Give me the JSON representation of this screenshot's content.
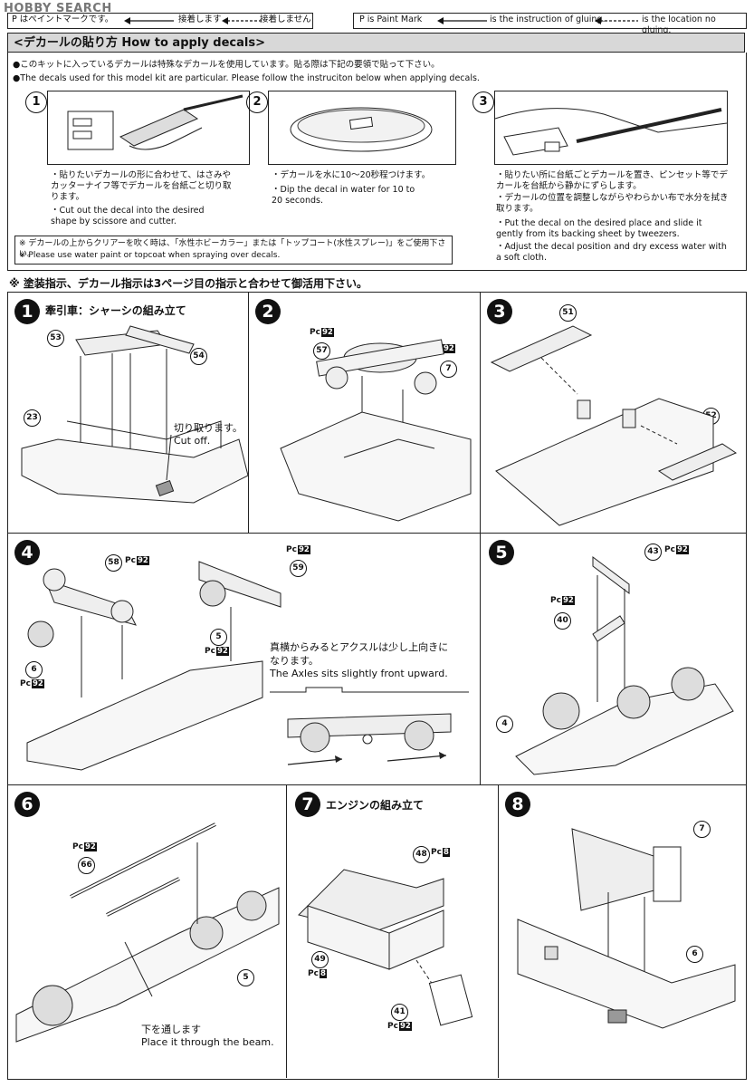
{
  "watermark": "HOBBY SEARCH",
  "legend_left": {
    "mark_text": "P はペイントマークです。",
    "glued": "接着します",
    "not_glued": "接着しません"
  },
  "legend_right": {
    "mark_text": "P is Paint Mark",
    "glued": "is the instruction of gluing.",
    "not_glued": "is the location no gluing."
  },
  "decal_header": "<デカールの貼り方 How to apply decals>",
  "decal_intro_jp": "●このキットに入っているデカールは特殊なデカールを使用しています。貼る際は下記の要領で貼って下さい。",
  "decal_intro_en": "●The decals used for this model kit are particular. Please follow the instruciton below when applying decals.",
  "decal_steps": [
    {
      "num": "1",
      "jp": "・貼りたいデカールの形に合わせて、はさみやカッターナイフ等でデカールを台紙ごと切り取ります。",
      "en": "・Cut out the decal into the desired shape by scissore and cutter."
    },
    {
      "num": "2",
      "jp": "・デカールを水に10〜20秒程つけます。",
      "en": "・Dip the decal in water for 10 to 20 seconds."
    },
    {
      "num": "3",
      "jp1": "・貼りたい所に台紙ごとデカールを置き、ピンセット等でデカールを台紙から静かにずらします。",
      "jp2": "・デカールの位置を調整しながらやわらかい布で水分を拭き取ります。",
      "en1": "・Put the decal on the desired place and slide it gently from its backing sheet by tweezers.",
      "en2": "・Adjust the decal position and dry excess water with a soft cloth."
    }
  ],
  "decal_note_jp": "※ デカールの上からクリアーを吹く時は、「水性ホビーカラー」または「トップコート(水性スプレー)」をご使用下さい。",
  "decal_note_en": "※ Please use water paint or topcoat when spraying over decals.",
  "paint_note": "※ 塗装指示、デカール指示は3ページ目の指示と合わせて御活用下さい。",
  "paint_code": "92",
  "paint_code_engine": "8",
  "pc_label": "Pc",
  "steps": {
    "s1": {
      "num": "1",
      "title": "牽引車：シャーシの組み立て",
      "parts": [
        "53",
        "54",
        "23"
      ],
      "cut_jp": "切り取ります。",
      "cut_en": "Cut off."
    },
    "s2": {
      "num": "2",
      "parts": [
        "57",
        "7"
      ]
    },
    "s3": {
      "num": "3",
      "parts": [
        "51",
        "52"
      ]
    },
    "s4": {
      "num": "4",
      "parts": [
        "58",
        "59",
        "5",
        "6"
      ],
      "note_jp1": "真横からみるとアクスルは少し上向きに",
      "note_jp2": "なります。",
      "note_en": "The Axles sits slightly front upward."
    },
    "s5": {
      "num": "5",
      "parts": [
        "43",
        "40",
        "4"
      ]
    },
    "s6": {
      "num": "6",
      "parts": [
        "66",
        "5"
      ],
      "note_jp": "下を通します",
      "note_en": "Place it through the beam."
    },
    "s7": {
      "num": "7",
      "title": "エンジンの組み立て",
      "parts": [
        "48",
        "49",
        "41"
      ]
    },
    "s8": {
      "num": "8",
      "parts": [
        "7",
        "6"
      ]
    }
  }
}
